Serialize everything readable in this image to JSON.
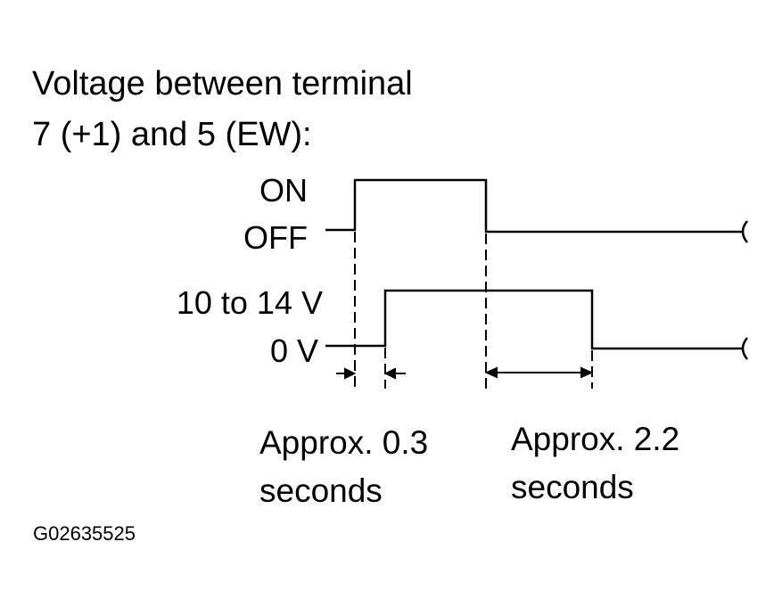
{
  "title": {
    "line1": "Voltage between terminal",
    "line2": "7 (+1) and 5 (EW):"
  },
  "signal1": {
    "high_label": "ON",
    "low_label": "OFF"
  },
  "signal2": {
    "high_label": "10 to 14 V",
    "low_label": "0 V"
  },
  "annotations": {
    "delay_line1": "Approx. 0.3",
    "delay_line2": "seconds",
    "duration_line1": "Approx. 2.2",
    "duration_line2": "seconds"
  },
  "figure_id": "G02635525",
  "colors": {
    "ink": "#000000",
    "background": "#ffffff"
  }
}
